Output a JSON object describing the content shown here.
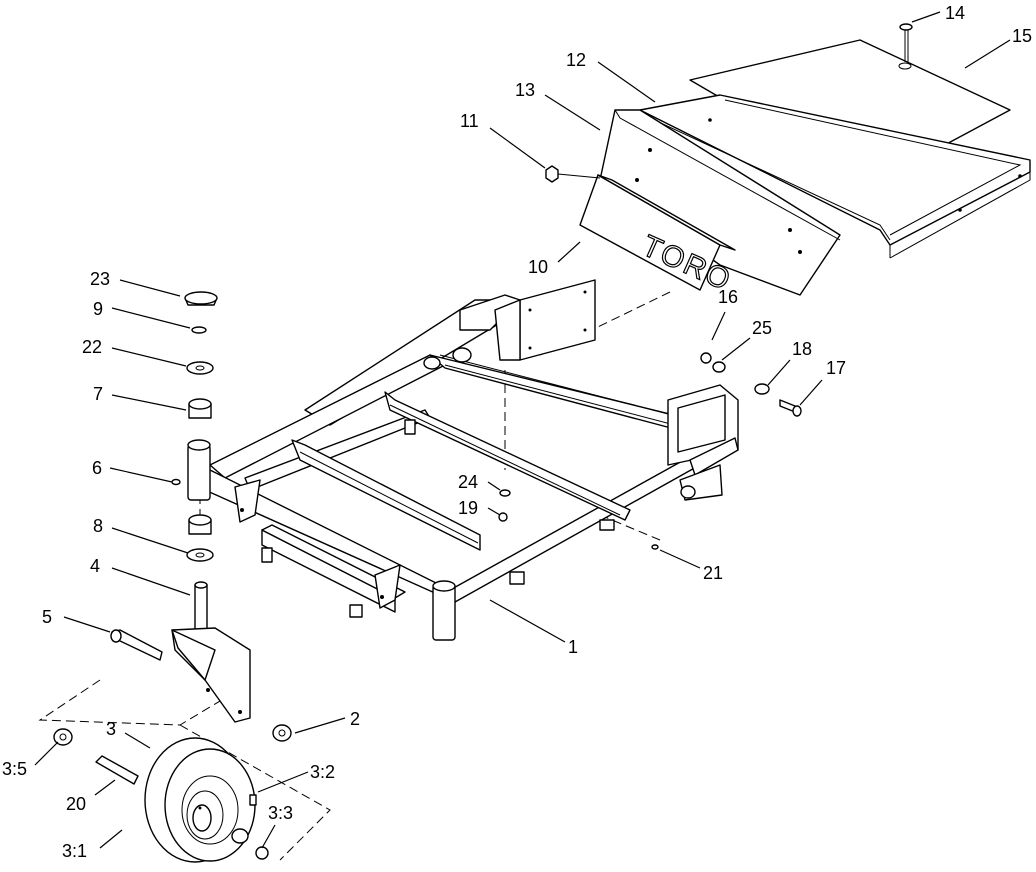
{
  "diagram": {
    "logo_text": "TORO",
    "callouts": [
      {
        "id": "c-14",
        "text": "14"
      },
      {
        "id": "c-15",
        "text": "15"
      },
      {
        "id": "c-12",
        "text": "12"
      },
      {
        "id": "c-13",
        "text": "13"
      },
      {
        "id": "c-11",
        "text": "11"
      },
      {
        "id": "c-10",
        "text": "10"
      },
      {
        "id": "c-23",
        "text": "23"
      },
      {
        "id": "c-9",
        "text": "9"
      },
      {
        "id": "c-22",
        "text": "22"
      },
      {
        "id": "c-7",
        "text": "7"
      },
      {
        "id": "c-6",
        "text": "6"
      },
      {
        "id": "c-8",
        "text": "8"
      },
      {
        "id": "c-4",
        "text": "4"
      },
      {
        "id": "c-5",
        "text": "5"
      },
      {
        "id": "c-16",
        "text": "16"
      },
      {
        "id": "c-25",
        "text": "25"
      },
      {
        "id": "c-18",
        "text": "18"
      },
      {
        "id": "c-17",
        "text": "17"
      },
      {
        "id": "c-24",
        "text": "24"
      },
      {
        "id": "c-19",
        "text": "19"
      },
      {
        "id": "c-21",
        "text": "21"
      },
      {
        "id": "c-1",
        "text": "1"
      },
      {
        "id": "c-2",
        "text": "2"
      },
      {
        "id": "c-3",
        "text": "3"
      },
      {
        "id": "c-3-5",
        "text": "3:5"
      },
      {
        "id": "c-3-2",
        "text": "3:2"
      },
      {
        "id": "c-20",
        "text": "20"
      },
      {
        "id": "c-3-3",
        "text": "3:3"
      },
      {
        "id": "c-3-1",
        "text": "3:1"
      }
    ]
  }
}
